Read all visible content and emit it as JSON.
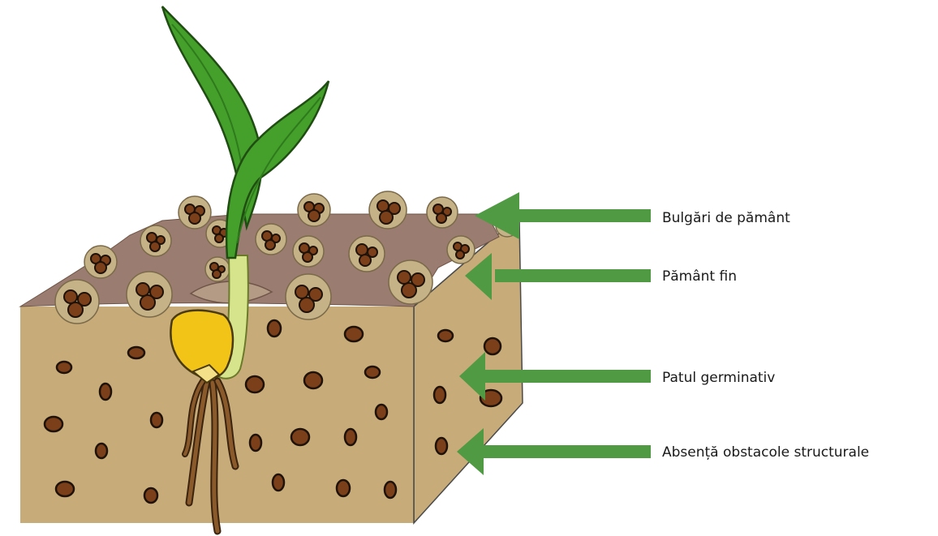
{
  "labels": [
    "Bulgări de pământ",
    "Pământ fin",
    "Patul germinativ",
    "Absență obstacole structurale"
  ],
  "colors": {
    "soil_front": "#c7ab78",
    "soil_side": "#c7ab78",
    "fine_soil_top": "#9a7c70",
    "clod": "#7b3f1a",
    "clod_halo": "#c5b287",
    "arrow": "#4f9a43",
    "leaf": "#45a02b",
    "stem": "#d6e58c",
    "seed": "#f2c418",
    "root": "#8a5a2b",
    "outline": "#3a2a1a"
  }
}
